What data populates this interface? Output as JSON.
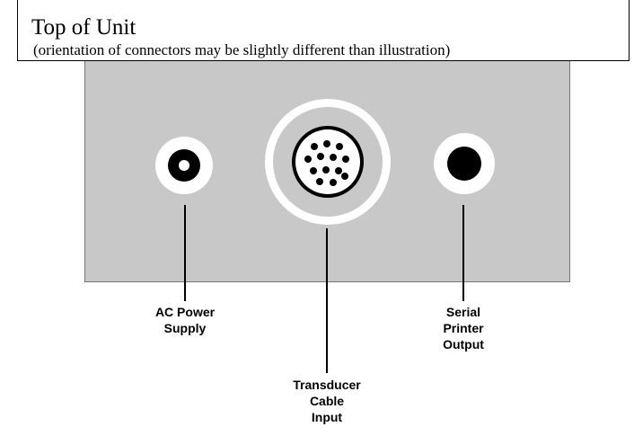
{
  "header": {
    "title": "Top of Unit",
    "subtitle": "(orientation of connectors may be slightly different than illustration)"
  },
  "connectors": [
    {
      "label": "AC Power\nSupply"
    },
    {
      "label": "Transducer\nCable\nInput"
    },
    {
      "label": "Serial\nPrinter\nOutput"
    }
  ]
}
